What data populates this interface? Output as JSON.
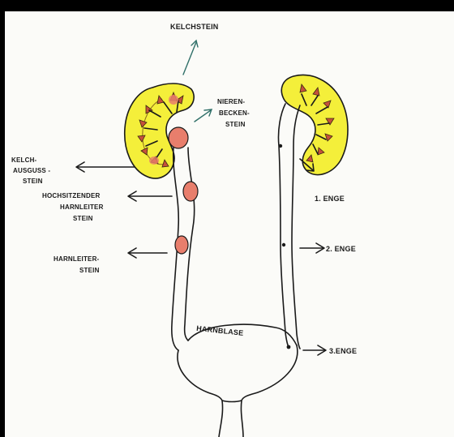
{
  "diagram": {
    "labels": {
      "kelchstein": "KELCHSTEIN",
      "nierenbecken": [
        "NIEREN-",
        "BECKEN-",
        "STEIN"
      ],
      "kelchausguss": [
        "KELCH-",
        "AUSGUSS -",
        "STEIN"
      ],
      "hochsitzender": [
        "HOCHSITZENDER",
        "HARNLEITER",
        "STEIN"
      ],
      "harnleiterstein": [
        "HARNLEITER-",
        "STEIN"
      ],
      "harnblase": "HARNBLASE",
      "enge1": "1. ENGE",
      "enge2": "2. ENGE",
      "enge3": "3.ENGE"
    },
    "colors": {
      "kidney_fill": "#f4ef3a",
      "stone": "#e87e6c",
      "papilla": "#c5513b",
      "ink": "#1a1a1a",
      "arrow_teal": "#2f6f68",
      "background": "#fbfbf8",
      "border": "#000000"
    }
  }
}
